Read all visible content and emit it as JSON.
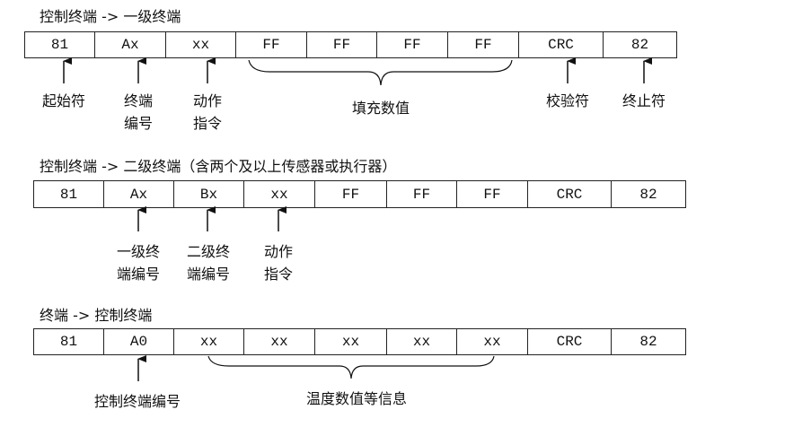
{
  "diagrams": [
    {
      "title": "控制终端 -> 一级终端",
      "cells": [
        "81",
        "Ax",
        "xx",
        "FF",
        "FF",
        "FF",
        "FF",
        "CRC",
        "82"
      ],
      "annotations": [
        {
          "target_cell": 0,
          "lines": [
            "起始符"
          ]
        },
        {
          "target_cell": 1,
          "lines": [
            "终端",
            "编号"
          ]
        },
        {
          "target_cell": 2,
          "lines": [
            "动作",
            "指令"
          ]
        },
        {
          "target_cell": 7,
          "lines": [
            "校验符"
          ]
        },
        {
          "target_cell": 8,
          "lines": [
            "终止符"
          ]
        }
      ],
      "brace": {
        "from_cell": 3,
        "to_cell": 6,
        "label": "填充数值"
      }
    },
    {
      "title": "控制终端 -> 二级终端（含两个及以上传感器或执行器）",
      "cells": [
        "81",
        "Ax",
        "Bx",
        "xx",
        "FF",
        "FF",
        "FF",
        "CRC",
        "82"
      ],
      "annotations": [
        {
          "target_cell": 1,
          "lines": [
            "一级终",
            "端编号"
          ]
        },
        {
          "target_cell": 2,
          "lines": [
            "二级终",
            "端编号"
          ]
        },
        {
          "target_cell": 3,
          "lines": [
            "动作",
            "指令"
          ]
        }
      ]
    },
    {
      "title": "终端 -> 控制终端",
      "cells": [
        "81",
        "A0",
        "xx",
        "xx",
        "xx",
        "xx",
        "xx",
        "CRC",
        "82"
      ],
      "annotations": [
        {
          "target_cell": 1,
          "lines": [
            "控制终端编号"
          ]
        }
      ],
      "brace": {
        "from_cell": 2,
        "to_cell": 6,
        "label": "温度数值等信息"
      }
    }
  ]
}
